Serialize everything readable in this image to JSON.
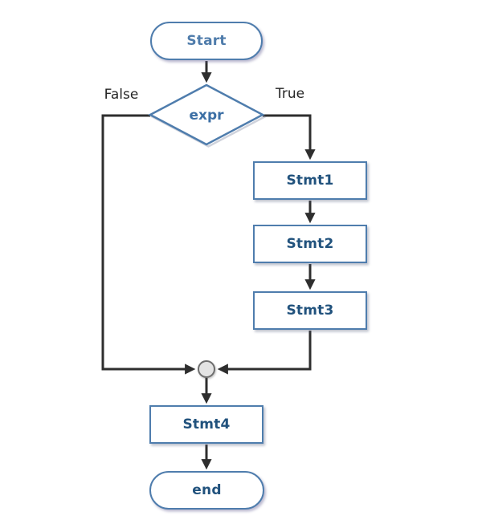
{
  "diagram": {
    "type": "flowchart",
    "nodes": {
      "start": {
        "label": "Start",
        "shape": "terminator"
      },
      "expr": {
        "label": "expr",
        "shape": "decision"
      },
      "stmt1": {
        "label": "Stmt1",
        "shape": "process"
      },
      "stmt2": {
        "label": "Stmt2",
        "shape": "process"
      },
      "stmt3": {
        "label": "Stmt3",
        "shape": "process"
      },
      "junction": {
        "label": "",
        "shape": "connector-circle"
      },
      "stmt4": {
        "label": "Stmt4",
        "shape": "process"
      },
      "end": {
        "label": "end",
        "shape": "terminator"
      }
    },
    "edges": [
      {
        "from": "start",
        "to": "expr",
        "label": ""
      },
      {
        "from": "expr",
        "to": "stmt1",
        "label": "True"
      },
      {
        "from": "expr",
        "to": "junction",
        "label": "False"
      },
      {
        "from": "stmt1",
        "to": "stmt2",
        "label": ""
      },
      {
        "from": "stmt2",
        "to": "stmt3",
        "label": ""
      },
      {
        "from": "stmt3",
        "to": "junction",
        "label": ""
      },
      {
        "from": "junction",
        "to": "stmt4",
        "label": ""
      },
      {
        "from": "stmt4",
        "to": "end",
        "label": ""
      }
    ]
  },
  "colors": {
    "canvas_bg": "#ffffff",
    "node_border": "#4f7dad",
    "node_fill": "#ffffff",
    "terminator_text": "#4f7cab",
    "decision_text": "#3c6fa5",
    "process_text": "#21527d",
    "edge": "#2e2e2e",
    "branch_label_text": "#262626",
    "junction_fill": "#e3e3e3",
    "junction_border": "#6e6e6e"
  }
}
